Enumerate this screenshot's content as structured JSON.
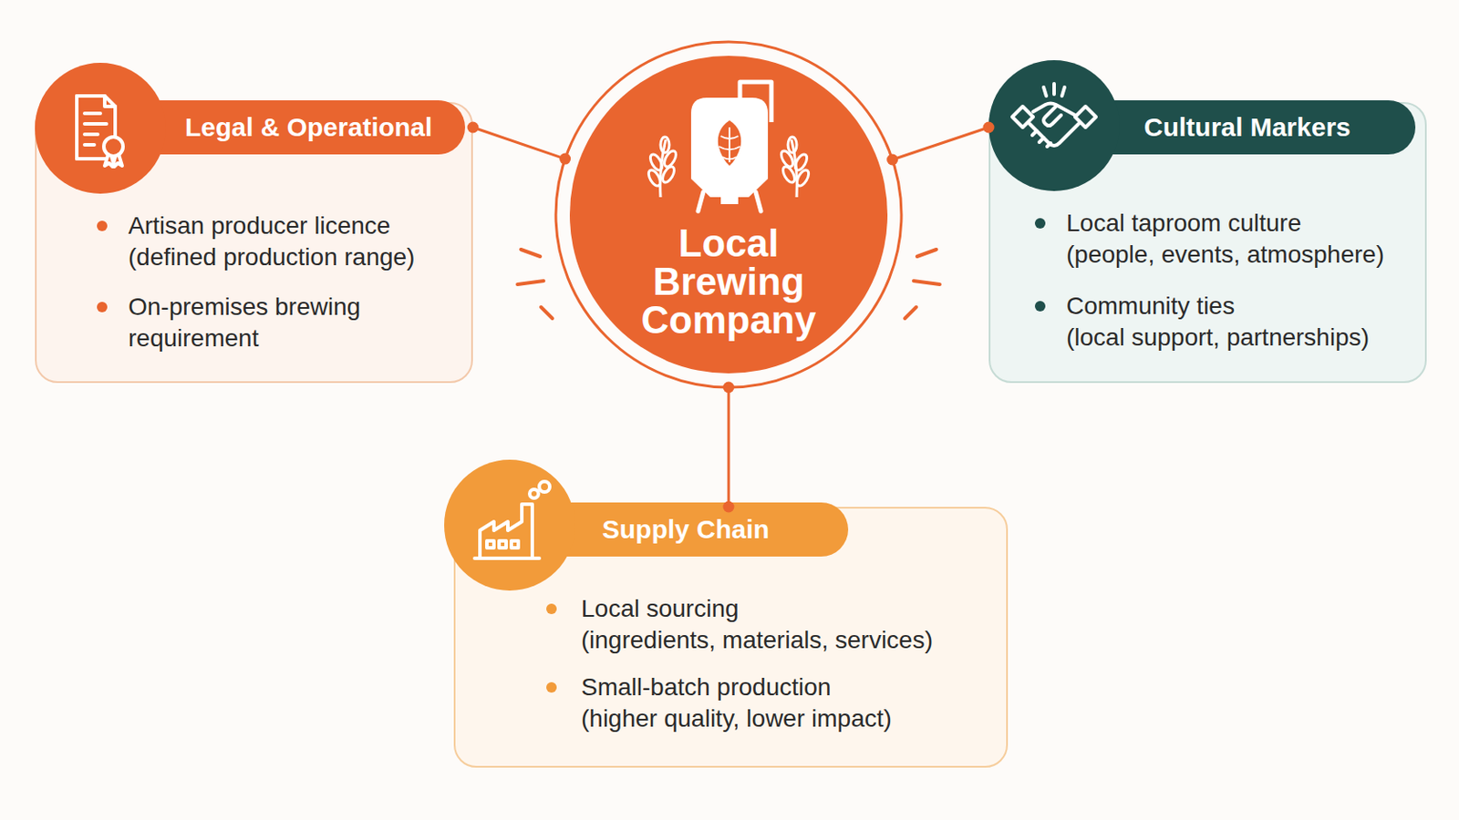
{
  "diagram": {
    "nodes": [
      {
        "text": [
          "Legal & Operational",
          "Artisan producer licence (defined production range)",
          "On-premises brewing requirement"
        ]
      },
      {
        "text": [
          "Local Brewing Company"
        ]
      },
      {
        "text": [
          "Cultural Markers",
          "Local taproom culture (people, events, atmosphere)",
          "Community ties (local support, partnerships)"
        ]
      },
      {
        "text": [
          "Supply Chain",
          "Local sourcing (ingredients, materials, services)",
          "Small-batch production (higher quality, lower impact)"
        ]
      }
    ],
    "edges": [
      {
        "from": 1,
        "to": 0,
        "arrow": "none"
      },
      {
        "from": 1,
        "to": 2,
        "arrow": "none"
      },
      {
        "from": 1,
        "to": 3,
        "arrow": "none"
      }
    ]
  }
}
